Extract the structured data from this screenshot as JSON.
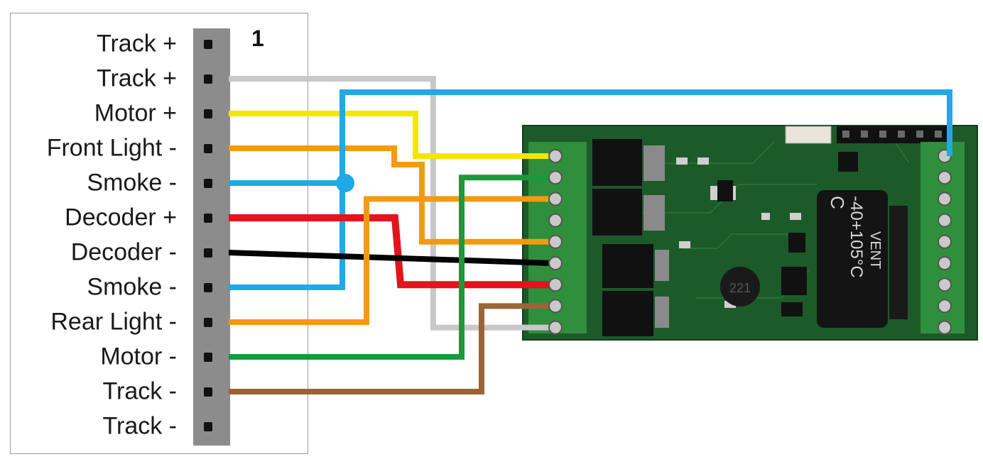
{
  "connector": {
    "pin_one_label": "1",
    "pins": [
      {
        "label": "Track +"
      },
      {
        "label": "Track +",
        "wire": "#c8c8c8"
      },
      {
        "label": "Motor +",
        "wire": "#f5e600"
      },
      {
        "label": "Front Light -",
        "wire": "#f39a12"
      },
      {
        "label": "Smoke -",
        "wire": "#1fa9e6"
      },
      {
        "label": "Decoder +",
        "wire": "#e3141b"
      },
      {
        "label": "Decoder -",
        "wire": "#000000"
      },
      {
        "label": "Smoke -",
        "wire": "#1fa9e6"
      },
      {
        "label": "Rear Light -",
        "wire": "#f39a12"
      },
      {
        "label": "Motor -",
        "wire": "#1a9a3a"
      },
      {
        "label": "Track -",
        "wire": "#9a6436"
      },
      {
        "label": "Track -"
      }
    ]
  },
  "decoder_board": {
    "component_text": [
      "C",
      "-40+105°C",
      "VENT"
    ]
  },
  "colors": {
    "board_green": "#1d5a2a",
    "terminal_green": "#2f8f3c",
    "connector_gray": "#8c8c8c"
  }
}
